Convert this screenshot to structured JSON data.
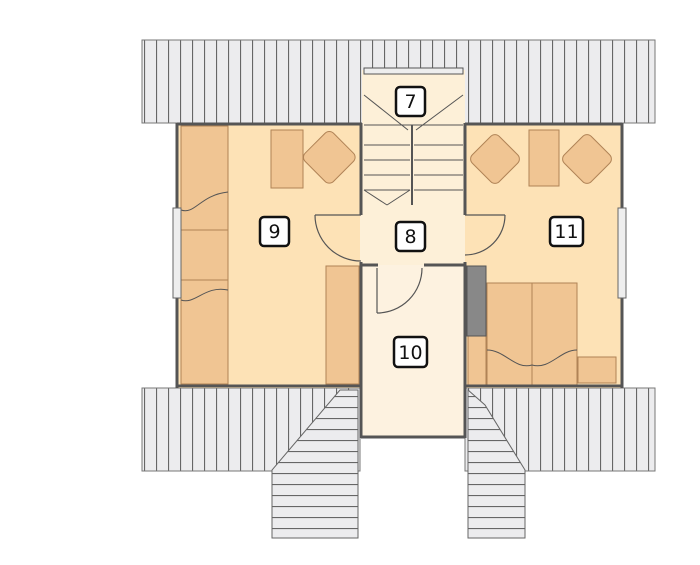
{
  "plan": {
    "rooms": [
      {
        "id": "room-7",
        "label": "7"
      },
      {
        "id": "room-8",
        "label": "8"
      },
      {
        "id": "room-9",
        "label": "9"
      },
      {
        "id": "room-10",
        "label": "10"
      },
      {
        "id": "room-11",
        "label": "11"
      }
    ],
    "colors": {
      "room": "#fde2b6",
      "hall": "#fdf1dc",
      "furniture": "#f0c593",
      "wall": "#555555",
      "roof": "#ebebed",
      "roof_line": "#666666"
    }
  }
}
